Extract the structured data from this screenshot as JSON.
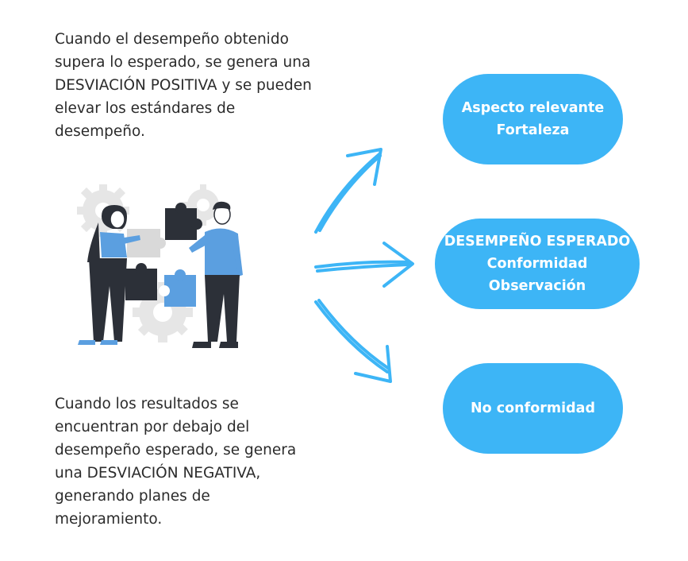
{
  "top_text": {
    "lines": [
      "Cuando el desempeño obtenido",
      "supera lo esperado, se genera una",
      "DESVIACIÓN POSITIVA y se pueden",
      "elevar los estándares de",
      "desempeño."
    ]
  },
  "bottom_text": {
    "lines": [
      "Cuando los resultados se",
      "encuentran por debajo del",
      "desempeño esperado, se genera",
      "una DESVIACIÓN NEGATIVA,",
      "generando planes de",
      "mejoramiento."
    ]
  },
  "outcomes": [
    {
      "lines": [
        "Aspecto relevante",
        "Fortaleza"
      ]
    },
    {
      "lines": [
        "DESEMPEÑO ESPERADO",
        "Conformidad",
        "Observación"
      ]
    },
    {
      "lines": [
        "No conformidad"
      ]
    }
  ],
  "colors": {
    "accent": "#3db5f6",
    "text": "#2b2b2b",
    "arrow": "#3db5f6",
    "gear": "#e6e6e6",
    "puzzle_dark": "#2c3038",
    "puzzle_blue": "#5b9fe0",
    "puzzle_gray": "#d9d9d9"
  },
  "illustration": {
    "icon": "teamwork-puzzle-illustration"
  }
}
